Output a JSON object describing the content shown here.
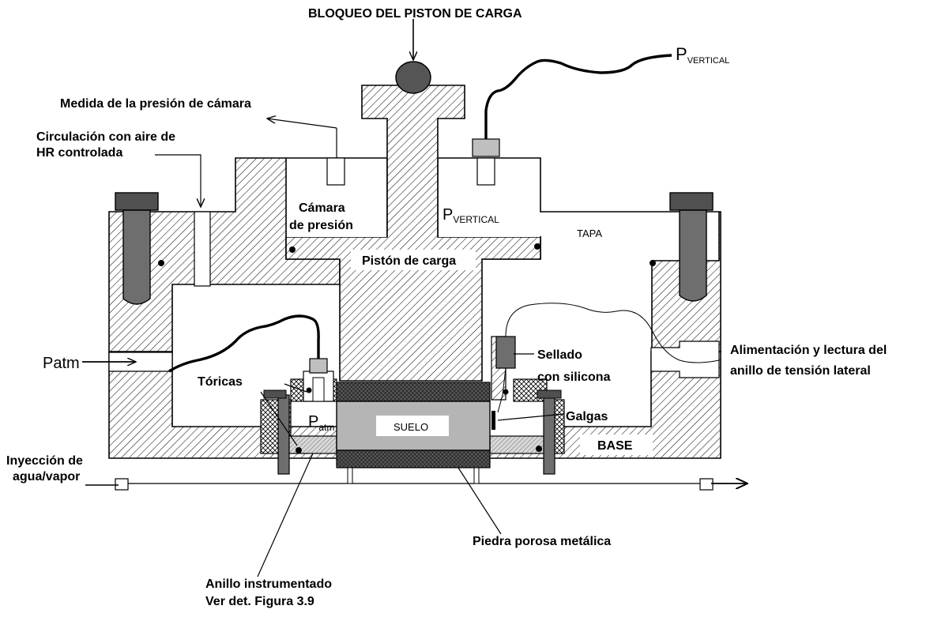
{
  "labels": {
    "top_title": "BLOQUEO DEL PISTON DE CARGA",
    "p_vertical_top_main": "P",
    "p_vertical_top_sub": "VERTICAL",
    "camera_pressure": "Medida de la presión de cámara",
    "circulation_1": "Circulación con aire de",
    "circulation_2": "HR controlada",
    "camara_1": "Cámara",
    "camara_2": "de presión",
    "p_vertical_inner_main": "P",
    "p_vertical_inner_sub": "VERTICAL",
    "tapa": "TAPA",
    "piston": "Pistón de carga",
    "patm_left": "Patm",
    "toricas": "Tóricas",
    "p_atm_inner_main": "P",
    "p_atm_inner_sub": "atm",
    "suelo": "SUELO",
    "sellado_1": "Sellado",
    "sellado_2": "con silicona",
    "galgas": "Galgas",
    "alimentacion_1": "Alimentación y lectura del",
    "alimentacion_2": "anillo de tensión lateral",
    "base": "BASE",
    "inyeccion_1": "Inyección de",
    "inyeccion_2": "agua/vapor",
    "piedra": "Piedra porosa metálica",
    "anillo_1": "Anillo instrumentado",
    "anillo_2": "Ver det. Figura 3.9"
  }
}
